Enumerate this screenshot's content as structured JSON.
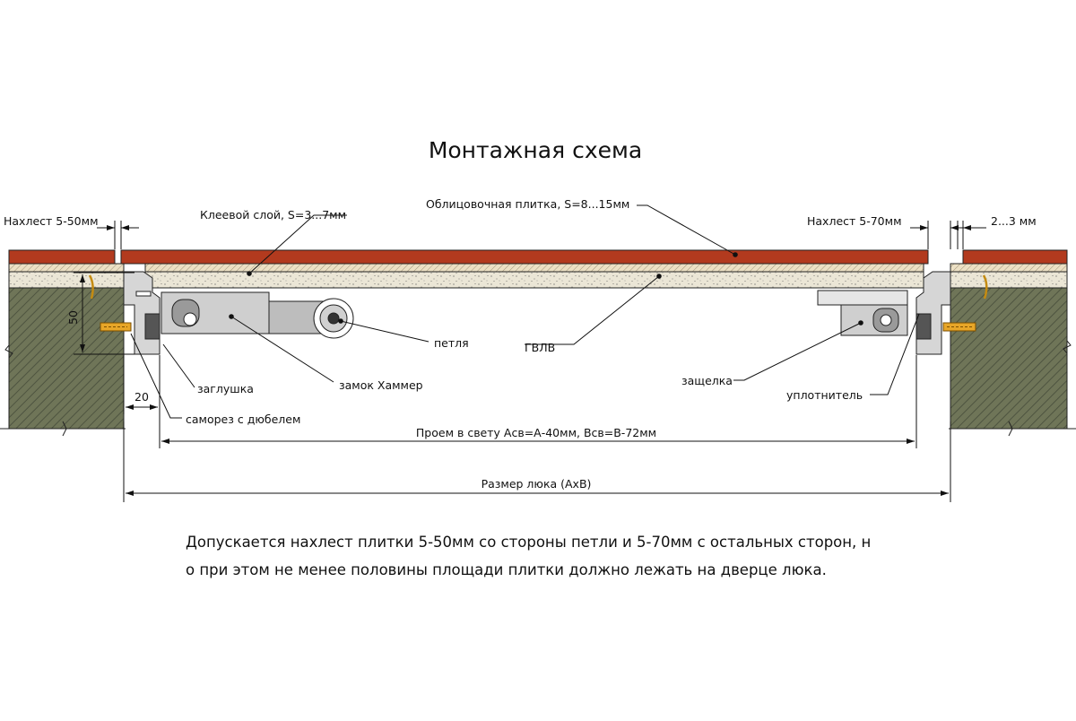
{
  "title": "Монтажная схема",
  "labels": {
    "overlap_left": "Нахлест 5-50мм",
    "adhesive": "Клеевой слой, S=3...7мм",
    "tile": "Облицовочная плитка, S=8...15мм",
    "overlap_right": "Нахлест 5-70мм",
    "gap": "2...3 мм",
    "hinge": "петля",
    "board": "ГВЛВ",
    "lock": "замок Хаммер",
    "latch": "защелка",
    "plug": "заглушка",
    "seal": "уплотнитель",
    "screw": "саморез с дюбелем",
    "dim_50": "50",
    "dim_20": "20",
    "clear_opening": "Проем в свету Асв=А-40мм, Всв=В-72мм",
    "hatch_size": "Размер люка (АхВ)"
  },
  "note_lines": [
    "Допускается нахлест плитки 5-50мм со стороны петли и 5-70мм с остальных сторон, н",
    "о при этом не менее половины площади плитки должно лежать на дверце люка."
  ],
  "colors": {
    "tile": "#b23a1e",
    "adhesive": "#ece0c4",
    "board": "#ebe6d6",
    "wall": "#6f7558",
    "metal": "#c9c9c9",
    "screw": "#e8a628"
  }
}
